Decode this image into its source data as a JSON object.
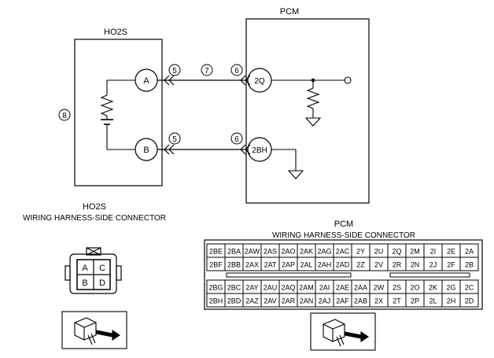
{
  "schematic": {
    "ho2s_title": "HO2S",
    "pcm_title": "PCM",
    "terminal_a": "A",
    "terminal_b": "B",
    "pcm_terminal_top": "2Q",
    "pcm_terminal_bottom": "2BH",
    "callout_5": "5",
    "callout_6": "6",
    "callout_7": "7",
    "callout_8": "8"
  },
  "ho2s_connector": {
    "title_line1": "HO2S",
    "title_line2": "WIRING HARNESS-SIDE CONNECTOR",
    "pins": [
      "A",
      "C",
      "B",
      "D"
    ]
  },
  "pcm_connector": {
    "title_line1": "PCM",
    "title_line2": "WIRING HARNESS-SIDE CONNECTOR",
    "upper_rows": [
      [
        "2BE",
        "2BA",
        "2AW",
        "2AS",
        "2AO",
        "2AK",
        "2AG",
        "2AC",
        "2Y",
        "2U",
        "2Q",
        "2M",
        "2I",
        "2E",
        "2A"
      ],
      [
        "2BF",
        "2BB",
        "2AX",
        "2AT",
        "2AP",
        "2AL",
        "2AH",
        "2AD",
        "2Z",
        "2V",
        "2R",
        "2N",
        "2J",
        "2F",
        "2B"
      ]
    ],
    "lower_rows": [
      [
        "2BG",
        "2BC",
        "2AY",
        "2AU",
        "2AQ",
        "2AM",
        "2AI",
        "2AE",
        "2AA",
        "2W",
        "2S",
        "2O",
        "2K",
        "2G",
        "2C"
      ],
      [
        "2BH",
        "2BD",
        "2AZ",
        "2AV",
        "2AR",
        "2AN",
        "2AJ",
        "2AF",
        "2AB",
        "2X",
        "2T",
        "2P",
        "2L",
        "2H",
        "2D"
      ]
    ]
  }
}
